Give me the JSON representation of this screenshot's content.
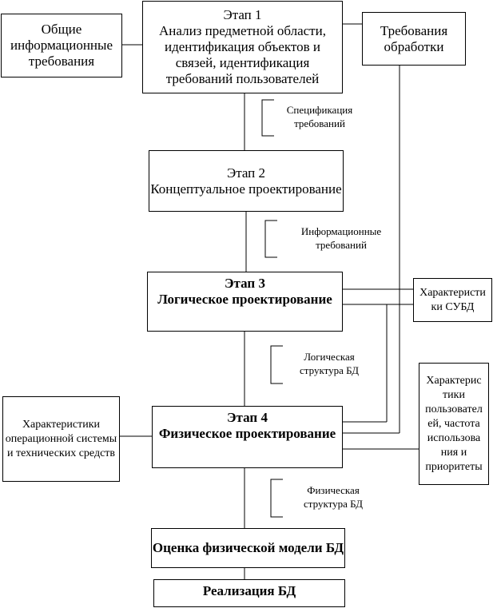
{
  "diagram": {
    "general_requirements": "Общие информационные требования",
    "stage1": {
      "title": "Этап 1",
      "text": "Анализ предметной области, идентификация объектов и связей, идентификация требований пользователей"
    },
    "processing_requirements": "Требования обработки",
    "spec_requirements": "Спецификация требований",
    "stage2": {
      "title": "Этап 2",
      "text": "Концептуальное проектирование"
    },
    "info_requirements": "Информационные требований",
    "stage3": {
      "title": "Этап 3",
      "text": "Логическое проектирование"
    },
    "dbms_characteristics_line1": "Характеристи",
    "dbms_characteristics_line2": "ки СУБД",
    "logical_structure": "Логическая структура БД",
    "os_characteristics": "Характеристики операционной системы и технических средств",
    "stage4": {
      "title": "Этап 4",
      "text": "Физическое проектирование"
    },
    "user_characteristics": "Характерис тики пользовател ей, частота использова ния и приоритеты",
    "physical_structure": "Физическая структура БД",
    "evaluation": "Оценка физической модели БД",
    "implementation": "Реализация БД"
  }
}
